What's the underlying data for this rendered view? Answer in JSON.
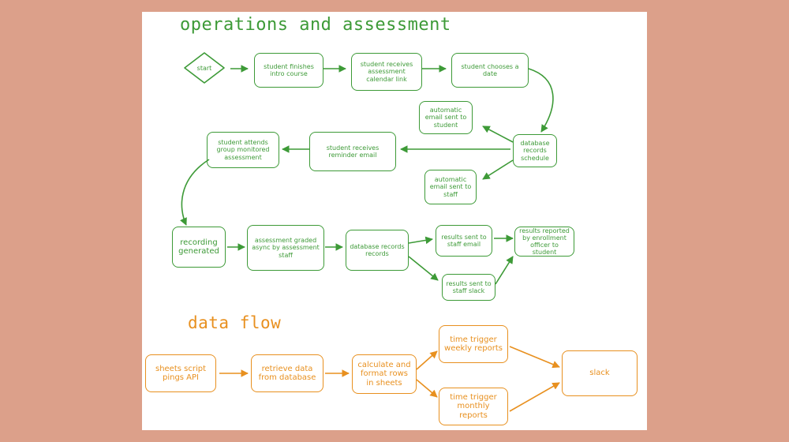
{
  "titles": {
    "operations": "operations and assessment",
    "data_flow": "data flow"
  },
  "colors": {
    "background": "#dca08a",
    "canvas": "#ffffff",
    "operations_green": "#3d9a37",
    "data_flow_orange": "#e8901f"
  },
  "operations_nodes": {
    "start": "start",
    "finishes_intro": "student finishes intro course",
    "receives_calendar": "student receives assessment calendar link",
    "chooses_date": "student chooses a date",
    "email_student": "automatic email sent to student",
    "database_schedule": "database records schedule",
    "email_staff": "automatic email sent to staff",
    "reminder_email": "student receives reminder email",
    "attends_assessment": "student attends group monitored assessment",
    "recording": "recording generated",
    "graded_async": "assessment graded async by assessment staff",
    "database_records": "database records records",
    "results_email": "results sent to staff email",
    "results_slack": "results sent to staff slack",
    "results_reported": "results reported by enrollment officer to student"
  },
  "data_flow_nodes": {
    "sheets_script": "sheets script pings API",
    "retrieve_data": "retrieve data from database",
    "calculate_format": "calculate and format rows in sheets",
    "weekly": "time trigger weekly reports",
    "monthly": "time trigger monthly reports",
    "slack": "slack"
  }
}
